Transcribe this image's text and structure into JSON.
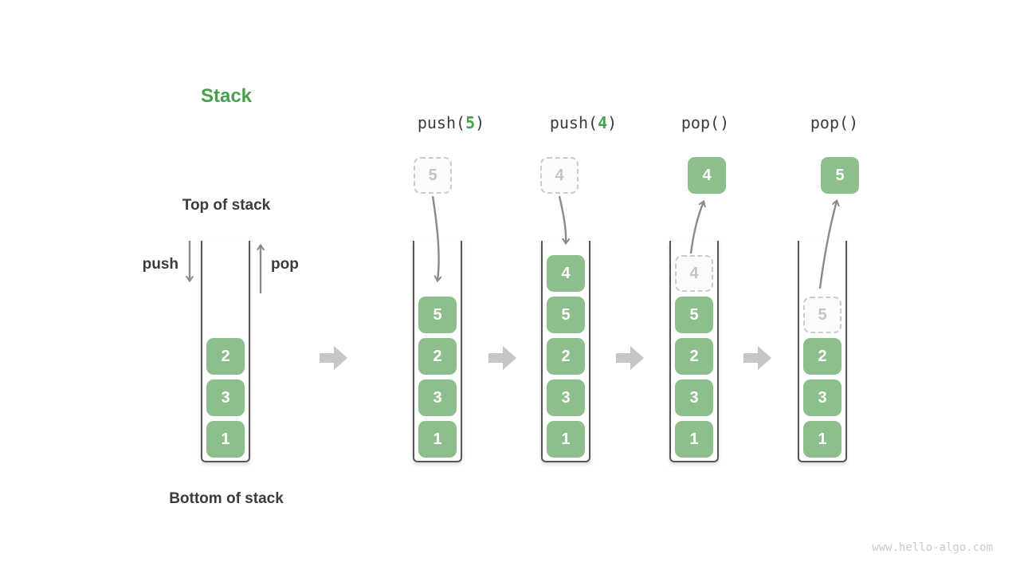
{
  "title": "Stack",
  "labels": {
    "top": "Top of stack",
    "bottom": "Bottom of stack",
    "push": "push",
    "pop": "pop"
  },
  "operations": [
    {
      "before": "push(",
      "value": "5",
      "after": ")",
      "floating": "5"
    },
    {
      "before": "push(",
      "value": "4",
      "after": ")",
      "floating": "4"
    },
    {
      "before": "pop(",
      "value": "",
      "after": ")",
      "floating": "4"
    },
    {
      "before": "pop(",
      "value": "",
      "after": ")",
      "floating": "5"
    }
  ],
  "stacks": [
    {
      "items": [
        "2",
        "3",
        "1"
      ]
    },
    {
      "items": [
        "5",
        "2",
        "3",
        "1"
      ]
    },
    {
      "items": [
        "4",
        "5",
        "2",
        "3",
        "1"
      ]
    },
    {
      "ghost": "4",
      "items": [
        "5",
        "2",
        "3",
        "1"
      ]
    },
    {
      "ghost": "5",
      "items": [
        "2",
        "3",
        "1"
      ]
    }
  ],
  "watermark": "www.hello-algo.com",
  "colors": {
    "accent": "#47A04C",
    "box": "#8CBF8C",
    "boxText": "#FFFFFF",
    "dark": "#3B3B3B",
    "arrow": "#8A8A8A",
    "block": "#C6C6C6",
    "ghostBorder": "#CBCBCB",
    "ghostText": "#C4C4C4",
    "ghostBg": "#FBFBFB",
    "wall": "#565656",
    "watermarkColor": "#C8CBCE"
  }
}
